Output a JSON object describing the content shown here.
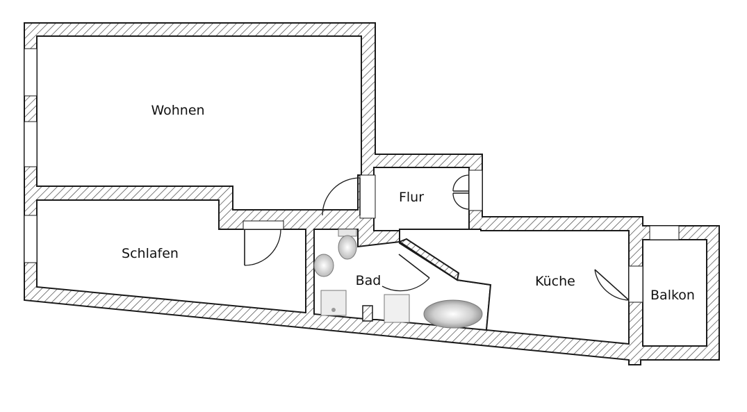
{
  "rooms": [
    {
      "key": "wohnen",
      "label": "Wohnen"
    },
    {
      "key": "schlafen",
      "label": "Schlafen"
    },
    {
      "key": "flur",
      "label": "Flur"
    },
    {
      "key": "bad",
      "label": "Bad"
    },
    {
      "key": "kueche",
      "label": "Küche"
    },
    {
      "key": "balkon",
      "label": "Balkon"
    }
  ],
  "colors": {
    "wall_outline": "#1a1a1a",
    "hatch": "#444444",
    "floor": "#ffffff",
    "fixtures": "#bfbfbf"
  },
  "icons": [
    "door-swing-icon",
    "toilet-icon",
    "sink-icon",
    "shower-icon",
    "bathtub-icon",
    "washing-machine-icon"
  ]
}
